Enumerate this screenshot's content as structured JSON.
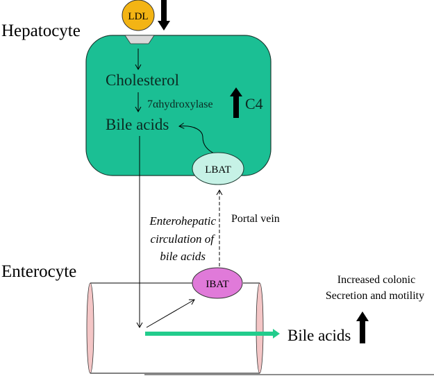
{
  "title": "Enterohepatic circulation of bile acids diagram",
  "colors": {
    "hepatocyte_fill": "#1bbf94",
    "ldl_fill": "#f3b414",
    "lbat_fill": "#c6f2e6",
    "ibat_fill": "#e07ad9",
    "lumen_end_fill": "#f4c6c6",
    "flow_arrow": "#22cc8c",
    "receptor_fill": "#d9d9d9"
  },
  "hepatocyte": {
    "label": "Hepatocyte",
    "ldl_label": "LDL",
    "ldl_trend": "down",
    "cholesterol_label": "Cholesterol",
    "enzyme_label": "7αhydroxylase",
    "c4_label": "C4",
    "c4_trend": "up",
    "bile_acids_label": "Bile acids",
    "transporter_label": "LBAT"
  },
  "circulation": {
    "line1": "Enterohepatic",
    "line2": "circulation of",
    "line3": "bile acids",
    "portal_vein_label": "Portal vein"
  },
  "enterocyte": {
    "label": "Enterocyte",
    "transporter_label": "IBAT",
    "output_label": "Bile acids",
    "output_trend": "up",
    "effect_line1": "Increased colonic",
    "effect_line2": "Secretion and motility"
  }
}
